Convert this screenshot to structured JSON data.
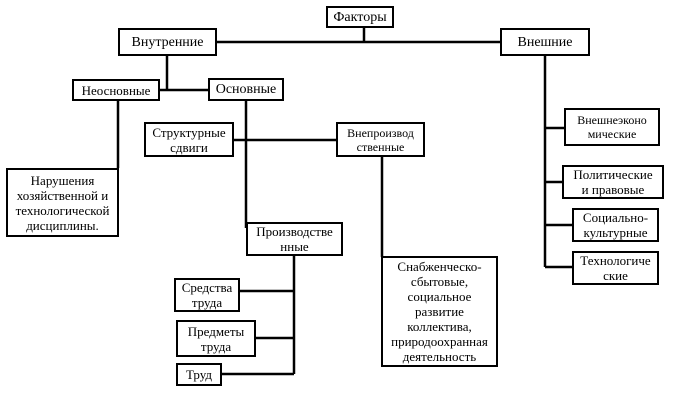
{
  "diagram": {
    "root": "Факторы",
    "internal": "Внутренние",
    "external": "Внешние",
    "non_core": "Неосновные",
    "core": "Основные",
    "violations": "Нарушения\nхозяйственной и\nтехнологической\nдисциплины.",
    "structural_shifts": "Структурные\nсдвиги",
    "non_production": "Внепроизвод\nственные",
    "production": "Производстве\nнные",
    "means_of_labor": "Средства\nтруда",
    "objects_of_labor": "Предметы\nтруда",
    "labor": "Труд",
    "supply": "Снабженческо-\nсбытовые,\nсоциальное\nразвитие\nколлектива,\nприродоохранная\nдеятельность",
    "foreign_economic": "Внешнеэконо\nмические",
    "political_legal": "Политические\nи правовые",
    "socio_cultural": "Социально-\nкультурные",
    "technological": "Технологиче\nские"
  }
}
